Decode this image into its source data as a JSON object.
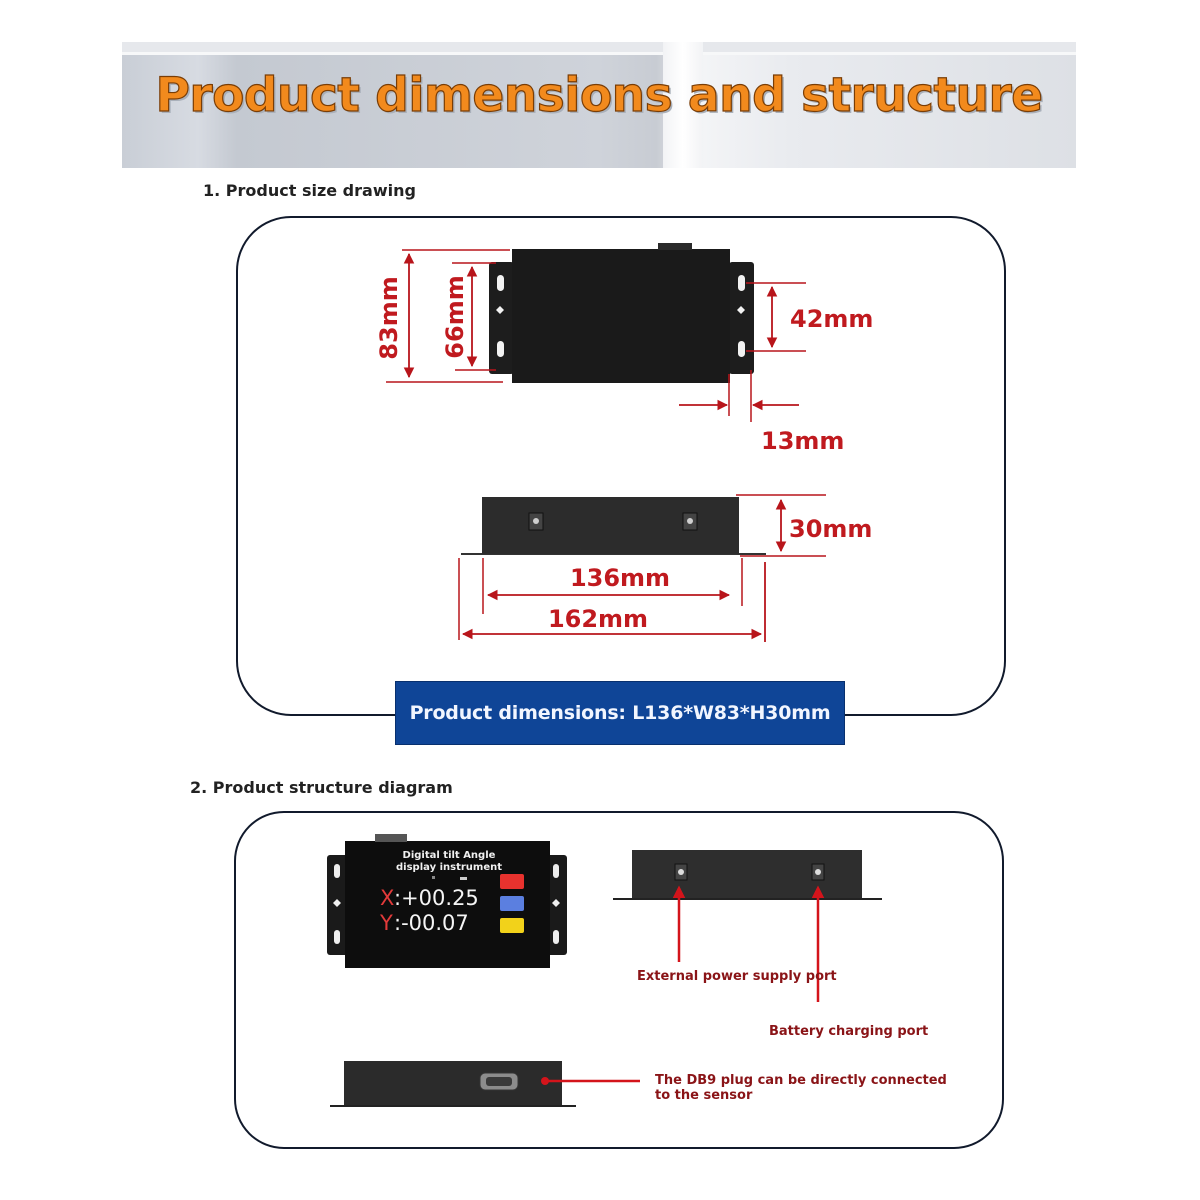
{
  "header": {
    "title": "Product dimensions and structure"
  },
  "section1": {
    "heading": "1. Product size drawing",
    "dimensions": {
      "overall_width": "83mm",
      "body_width": "66mm",
      "hole_spacing": "42mm",
      "flange_width": "13mm",
      "height": "30mm",
      "body_length": "136mm",
      "overall_length": "162mm"
    },
    "summary": "Product dimensions: L136*W83*H30mm"
  },
  "section2": {
    "heading": "2. Product structure diagram",
    "device_screen": {
      "title_line1": "Digital tilt Angle",
      "title_line2": "display instrument",
      "x_label": "X",
      "x_value": ":+00.25",
      "y_label": "Y",
      "y_value": ":-00.07"
    },
    "callouts": {
      "external_power": "External power supply port",
      "battery_charging": "Battery charging port",
      "db9_line1": "The DB9 plug can be directly connected",
      "db9_line2": "to the sensor"
    }
  },
  "colors": {
    "title_orange": "#f28a1d",
    "dimension_red": "#c01a1f",
    "summary_blue": "#0f4597",
    "frame_navy": "#111a2c",
    "button_red": "#e8322e",
    "button_blue": "#5b7fe0",
    "button_yellow": "#f2d21a"
  }
}
